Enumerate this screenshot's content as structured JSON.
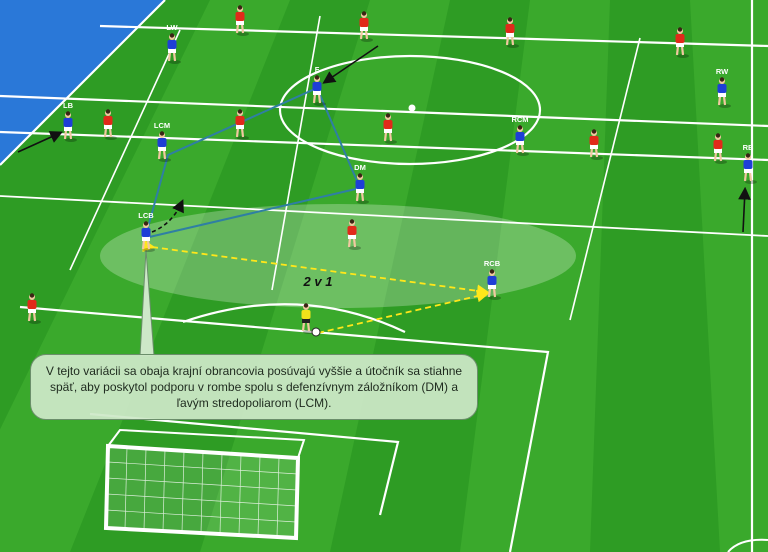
{
  "colors": {
    "pitch_dark": "#1e8c1e",
    "pitch_light": "#3dab2c",
    "surround": "#2a78d8",
    "team_blue": "#1e3fd6",
    "team_red": "#e02a1a",
    "goalkeeper": "#f2e21a",
    "pass_line": "#2f7fa3",
    "dashed_pass": "#ffe71a"
  },
  "players": {
    "blue": [
      {
        "label": "LW",
        "icon": "player-blue-icon"
      },
      {
        "label": "F",
        "icon": "player-blue-icon"
      },
      {
        "label": "RW",
        "icon": "player-blue-icon"
      },
      {
        "label": "LB",
        "icon": "player-blue-icon"
      },
      {
        "label": "LCM",
        "icon": "player-blue-icon"
      },
      {
        "label": "RCM",
        "icon": "player-blue-icon"
      },
      {
        "label": "RB",
        "icon": "player-blue-icon"
      },
      {
        "label": "DM",
        "icon": "player-blue-icon"
      },
      {
        "label": "LCB",
        "icon": "player-blue-icon"
      },
      {
        "label": "RCB",
        "icon": "player-blue-icon"
      }
    ],
    "red_count": 11,
    "goalkeeper": {
      "label": "",
      "icon": "goalkeeper-icon"
    }
  },
  "annotations": {
    "overload_label": "2 v 1"
  },
  "callout": {
    "text": "V tejto variácii sa obaja krajní obrancovia posúvajú vyššie a útočník sa stiahne späť, aby poskytol podporu v rombe spolu s defenzívnym záložníkom (DM) a ľavým stredopoliarom (LCM)."
  }
}
